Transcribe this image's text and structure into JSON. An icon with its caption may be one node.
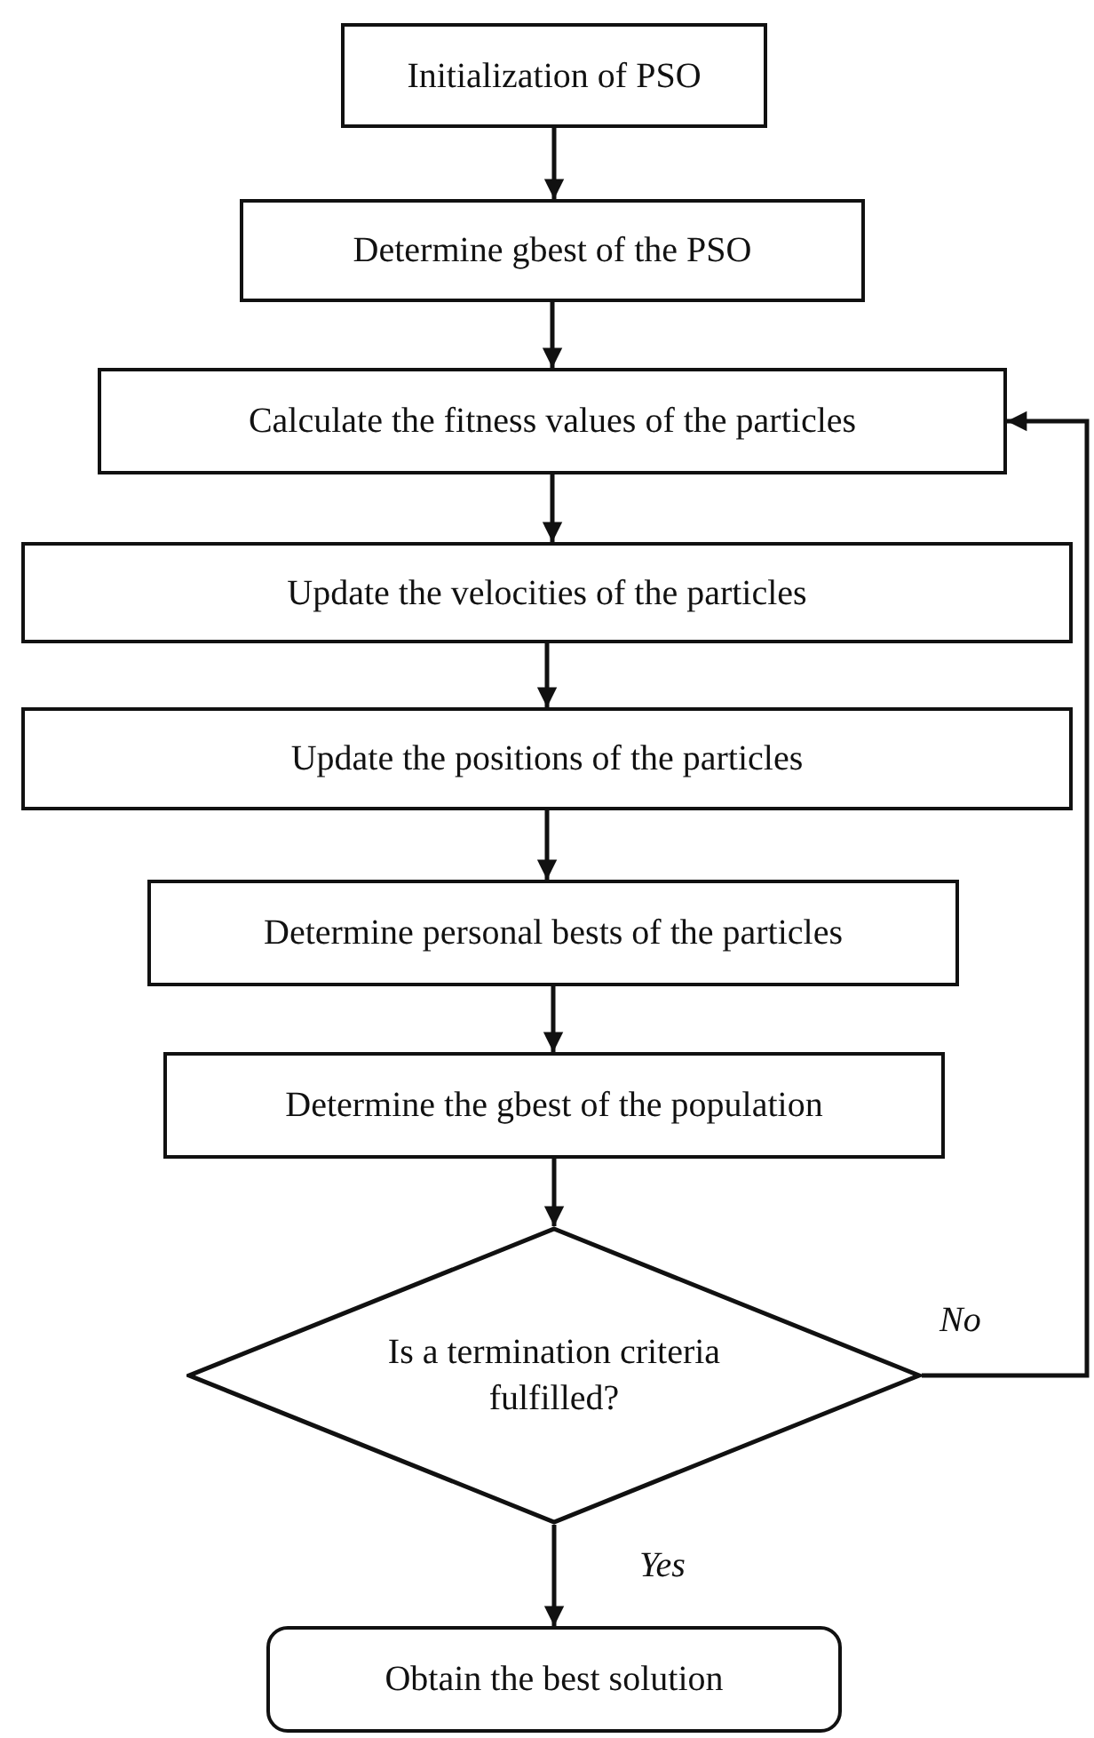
{
  "diagram": {
    "nodes": [
      {
        "text": [
          "Initialization of PSO"
        ]
      },
      {
        "text": [
          "Determine gbest of the PSO"
        ]
      },
      {
        "text": [
          "Calculate the fitness values of the particles"
        ]
      },
      {
        "text": [
          "Update the velocities of the particles"
        ]
      },
      {
        "text": [
          "Update the positions of the particles"
        ]
      },
      {
        "text": [
          "Determine personal bests of the particles"
        ]
      },
      {
        "text": [
          "Determine the gbest of the population"
        ]
      },
      {
        "text": [
          "Is a termination criteria fulfilled?"
        ]
      },
      {
        "text": [
          "Obtain the best solution"
        ]
      }
    ],
    "edges": [
      {
        "from": 0,
        "to": 1,
        "arrow": "to"
      },
      {
        "from": 1,
        "to": 2,
        "arrow": "to"
      },
      {
        "from": 2,
        "to": 3,
        "arrow": "to"
      },
      {
        "from": 3,
        "to": 4,
        "arrow": "to"
      },
      {
        "from": 4,
        "to": 5,
        "arrow": "to"
      },
      {
        "from": 5,
        "to": 6,
        "arrow": "to"
      },
      {
        "from": 6,
        "to": 7,
        "arrow": "to"
      },
      {
        "from": 7,
        "to": 8,
        "arrow": "to",
        "label": "Yes"
      },
      {
        "from": 7,
        "to": 2,
        "arrow": "to",
        "label": "No"
      }
    ]
  }
}
